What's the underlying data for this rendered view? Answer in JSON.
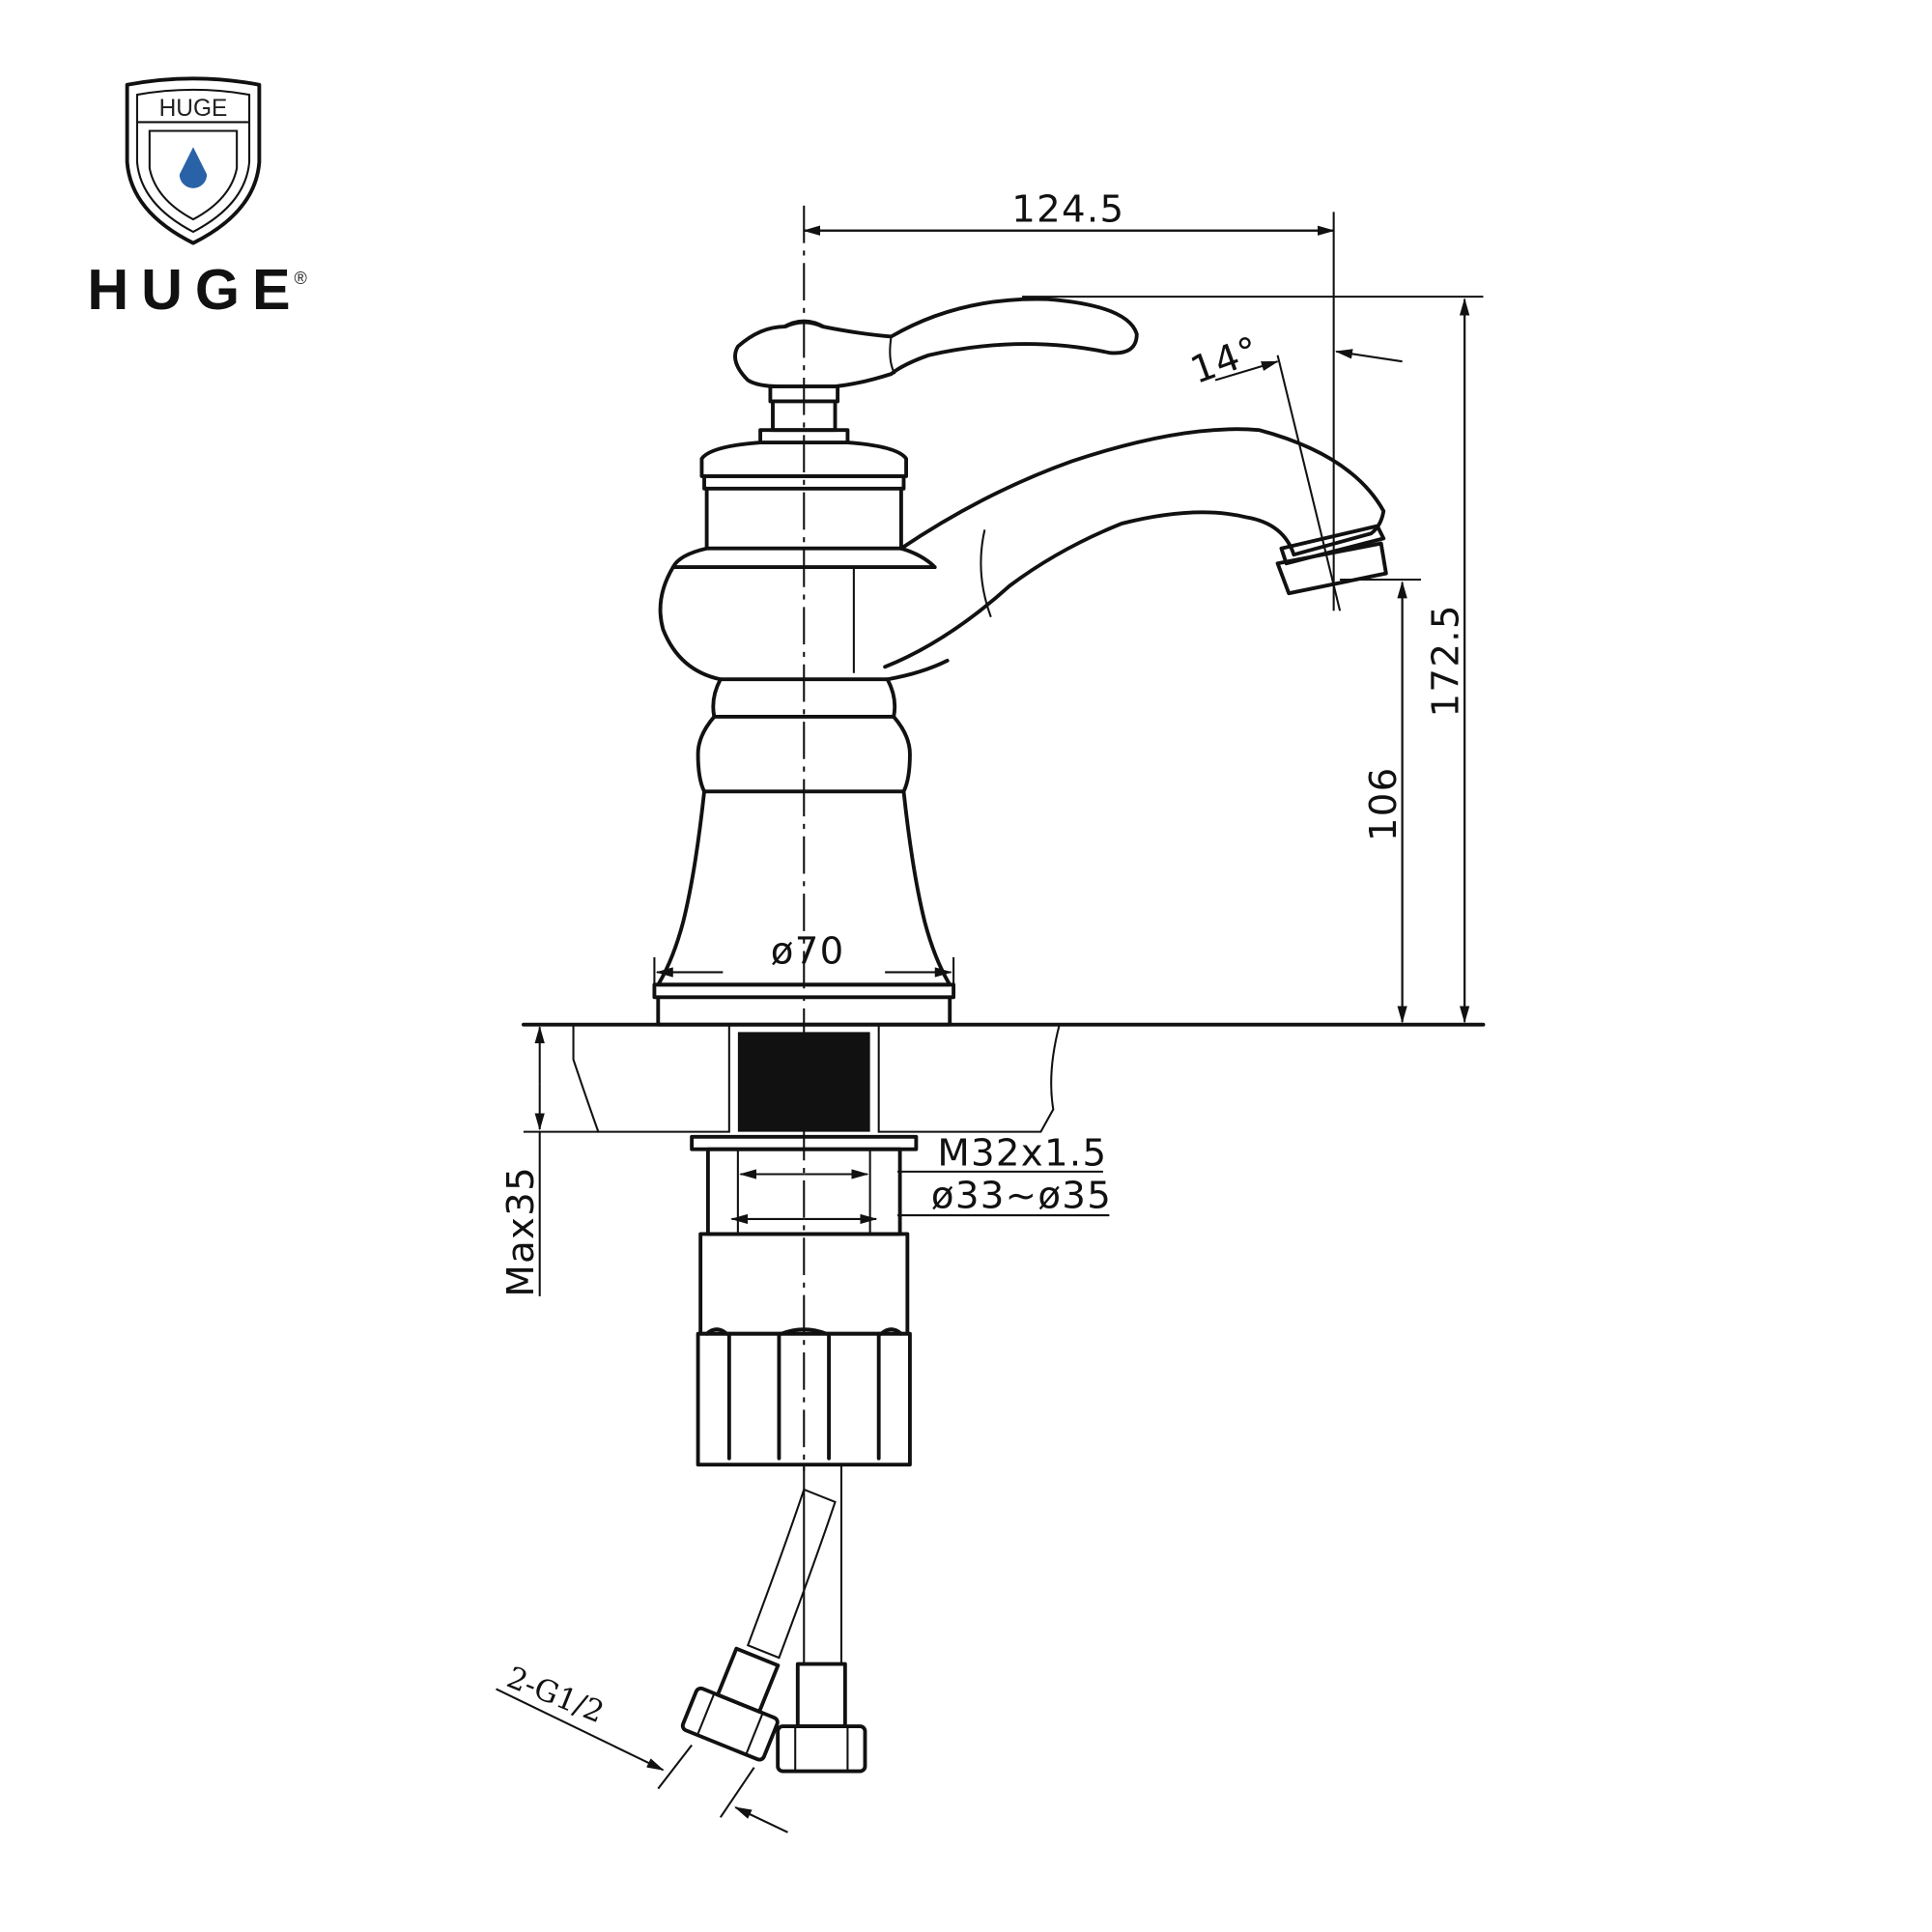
{
  "brand": {
    "name": "HUGE",
    "shield_text": "HUGE",
    "registered": "®",
    "drop_color": "#2a62a8"
  },
  "dimensions": {
    "spout_reach": "124.5",
    "total_height": "172.5",
    "spout_height": "106",
    "spout_angle": "14°",
    "base_diameter": "ø70",
    "thread": "M32x1.5",
    "hole_diameter": "ø33~ø35",
    "max_counter_thickness": "Max35",
    "hose_connection": "2-G1/2"
  }
}
